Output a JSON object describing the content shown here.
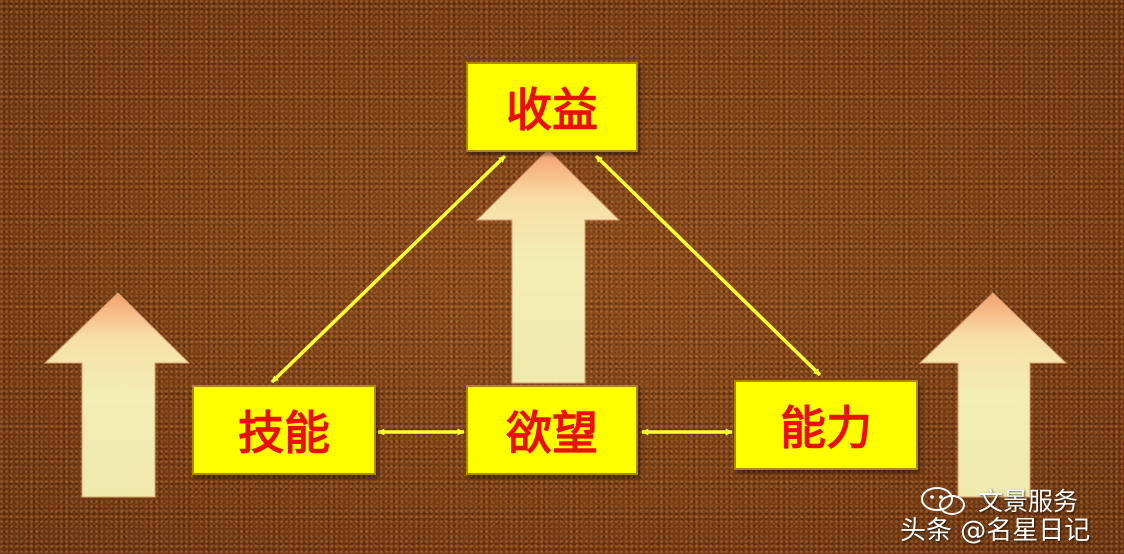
{
  "colors": {
    "background": "#7a3f14",
    "box_fill": "#ffff00",
    "box_text": "#e8100a",
    "connector": "#ffff33",
    "big_arrow_fill": "#f2eeb4",
    "big_arrow_tip": "#f4a070"
  },
  "nodes": {
    "income": "收益",
    "skill": "技能",
    "desire": "欲望",
    "ability": "能力"
  },
  "connectors": [
    {
      "from": "income",
      "to": "skill",
      "direction": "both"
    },
    {
      "from": "income",
      "to": "ability",
      "direction": "both"
    },
    {
      "from": "skill",
      "to": "desire",
      "direction": "both"
    },
    {
      "from": "desire",
      "to": "ability",
      "direction": "both"
    }
  ],
  "big_arrows": [
    "left",
    "center",
    "right"
  ],
  "watermark": {
    "service": "文景服务",
    "credit": "头条 @名星日记"
  }
}
